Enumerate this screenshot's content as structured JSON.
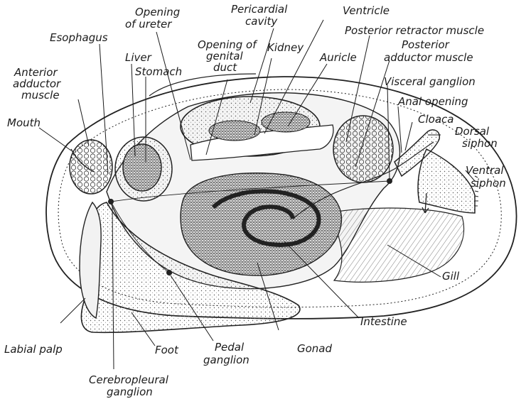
{
  "labels": {
    "opening_of_ureter": [
      "Opening",
      "of ureter"
    ],
    "pericardial_cavity": [
      "Pericardial",
      "cavity"
    ],
    "ventricle": "Ventricle",
    "posterior_retractor_muscle": "Posterior retractor muscle",
    "esophagus": "Esophagus",
    "opening_of_genital_duct": [
      "Opening of",
      "genital",
      "duct"
    ],
    "kidney": "Kidney",
    "auricle": "Auricle",
    "posterior_adductor_muscle": [
      "Posterior",
      "adductor muscle"
    ],
    "liver": "Liver",
    "stomach": "Stomach",
    "anterior_adductor_muscle": [
      "Anterior",
      "adductor",
      "muscle"
    ],
    "visceral_ganglion": "Visceral ganglion",
    "anal_opening": "Anal opening",
    "cloaca": "Cloaca",
    "mouth": "Mouth",
    "dorsal_siphon": [
      "Dorsal",
      "siphon"
    ],
    "ventral_siphon": [
      "Ventral",
      "siphon"
    ],
    "gill": "Gill",
    "intestine": "Intestine",
    "labial_palp": "Labial palp",
    "foot": "Foot",
    "pedal_ganglion": [
      "Pedal",
      "ganglion"
    ],
    "gonad": "Gonad",
    "cerebropleural_ganglion": [
      "Cerebropleural",
      "ganglion"
    ]
  },
  "colors": {
    "ink": "#1b1b1b",
    "paper": "#ffffff",
    "stipple": "#6e6e6e",
    "shade": "#ececec"
  }
}
